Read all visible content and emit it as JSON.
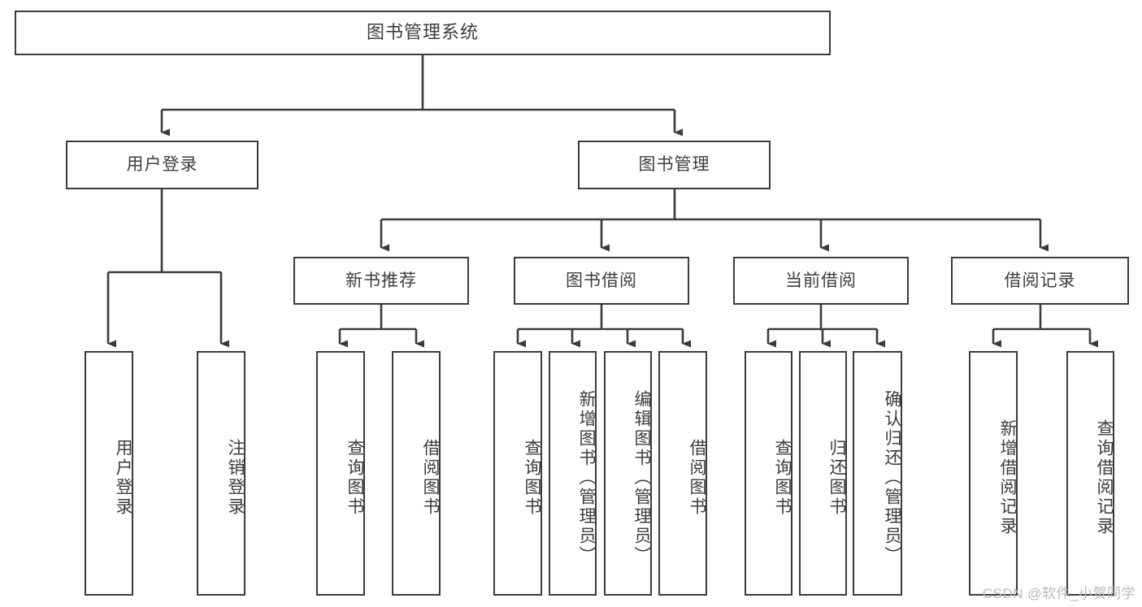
{
  "diagram": {
    "title": "图书管理系统",
    "type": "tree-structure-diagram",
    "colors": {
      "box_border": "#3b3b3b",
      "box_fill": "#ffffff",
      "connector": "#3b3b3b",
      "text": "#3d3d3d",
      "watermark": "#b9b9b9",
      "background": "#ffffff"
    },
    "root": {
      "label": "图书管理系统"
    },
    "level2": [
      {
        "label": "用户登录"
      },
      {
        "label": "图书管理"
      }
    ],
    "level3": [
      {
        "label": "新书推荐"
      },
      {
        "label": "图书借阅"
      },
      {
        "label": "当前借阅"
      },
      {
        "label": "借阅记录"
      }
    ],
    "leaves": {
      "user_login": [
        {
          "label": "用户登录"
        },
        {
          "label": "注销登录"
        }
      ],
      "new_book_recommend": [
        {
          "label": "查询图书"
        },
        {
          "label": "借阅图书"
        }
      ],
      "book_borrow": [
        {
          "label": "查询图书"
        },
        {
          "label": "新增图书（管理员）"
        },
        {
          "label": "编辑图书（管理员）"
        },
        {
          "label": "借阅图书"
        }
      ],
      "current_borrow": [
        {
          "label": "查询图书"
        },
        {
          "label": "归还图书"
        },
        {
          "label": "确认归还（管理员）"
        }
      ],
      "borrow_records": [
        {
          "label": "新增借阅记录"
        },
        {
          "label": "查询借阅记录"
        }
      ]
    },
    "watermark": "CSDN @软件_小贺同学"
  }
}
